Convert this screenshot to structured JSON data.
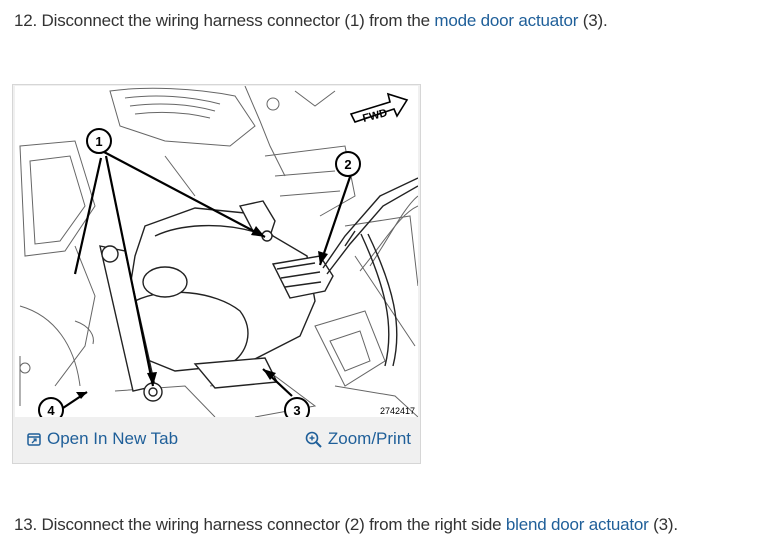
{
  "step12": {
    "text_before": "12. Disconnect the wiring harness connector (1) from the ",
    "link": "mode door actuator",
    "text_after": " (3)."
  },
  "figure": {
    "callouts": [
      "1",
      "2",
      "3",
      "4"
    ],
    "fwd_label": "FWD",
    "figure_number": "2742417",
    "open_tab_label": "Open In New Tab",
    "zoom_label": "Zoom/Print"
  },
  "step13": {
    "text_before": "13. Disconnect the wiring harness connector (2) from the right side ",
    "link": "blend door actuator",
    "text_after": " (3)."
  },
  "colors": {
    "link": "#1f5f99",
    "text": "#333333",
    "frame": "#f0f0f0"
  }
}
